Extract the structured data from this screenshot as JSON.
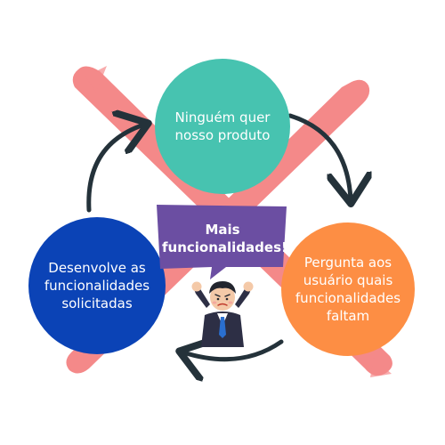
{
  "diagram": {
    "nodes": {
      "top": "Ninguém quer\nnosso produto",
      "right": "Pergunta aos\nusuário quais\nfuncionalidades\nfaltam",
      "left": "Desenvolve as\nfuncionalidades\nsolicitadas"
    },
    "speech_bubble": "Mais\nfuncionalidades!"
  },
  "colors": {
    "top_circle": "#47c3b0",
    "right_circle": "#fd8e44",
    "left_circle": "#0b43b6",
    "speech_bubble": "#6b4ea2",
    "cross": "#f47f80",
    "arrows": "#24323a"
  },
  "icons": [
    "cross-out-icon",
    "frustrated-businessman-icon"
  ]
}
